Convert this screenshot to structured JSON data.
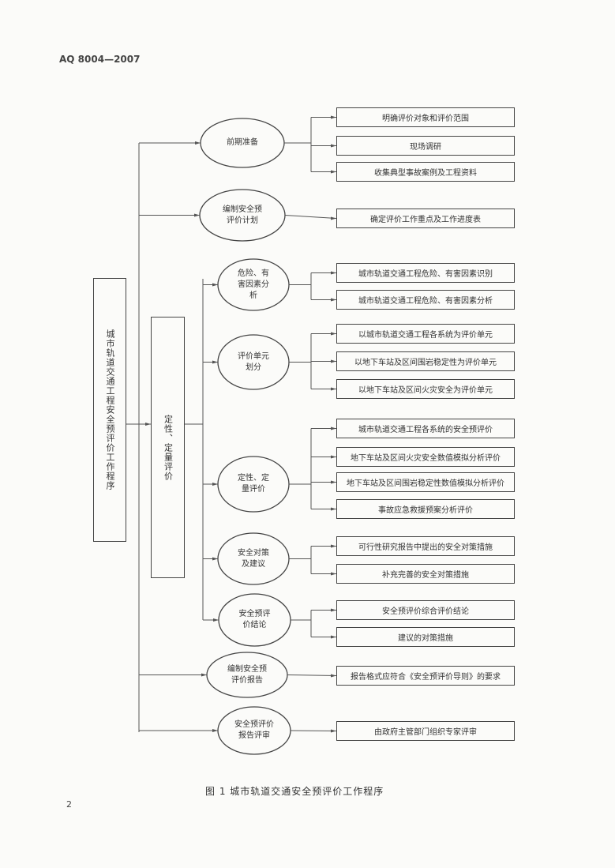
{
  "header": "AQ 8004—2007",
  "root": "城市轨道交通工程安全预评价工作程序",
  "sub": "定性、定量评价",
  "steps": [
    {
      "label": "前期准备",
      "items": [
        "明确评价对象和评价范围",
        "现场调研",
        "收集典型事故案例及工程资料"
      ]
    },
    {
      "label": "编制安全预评价计划",
      "items": [
        "确定评价工作重点及工作进度表"
      ]
    },
    {
      "label": "危险、有害因素分析",
      "items": [
        "城市轨道交通工程危险、有害因素识别",
        "城市轨道交通工程危险、有害因素分析"
      ]
    },
    {
      "label": "评价单元划分",
      "items": [
        "以城市轨道交通工程各系统为评价单元",
        "以地下车站及区间围岩稳定性为评价单元",
        "以地下车站及区间火灾安全为评价单元"
      ]
    },
    {
      "label": "定性、定量评价",
      "items": [
        "城市轨道交通工程各系统的安全预评价",
        "地下车站及区间火灾安全数值模拟分析评价",
        "地下车站及区间围岩稳定性数值模拟分析评价",
        "事故应急救援预案分析评价"
      ]
    },
    {
      "label": "安全对策及建议",
      "items": [
        "可行性研究报告中提出的安全对策措施",
        "补充完善的安全对策措施"
      ]
    },
    {
      "label": "安全预评价结论",
      "items": [
        "安全预评价综合评价结论",
        "建议的对策措施"
      ]
    },
    {
      "label": "编制安全预评价报告",
      "items": [
        "报告格式应符合《安全预评价导则》的要求"
      ]
    },
    {
      "label": "安全预评价报告评审",
      "items": [
        "由政府主管部门组织专家评审"
      ]
    }
  ],
  "caption": "图 1   城市轨道交通安全预评价工作程序",
  "page_number": "2"
}
